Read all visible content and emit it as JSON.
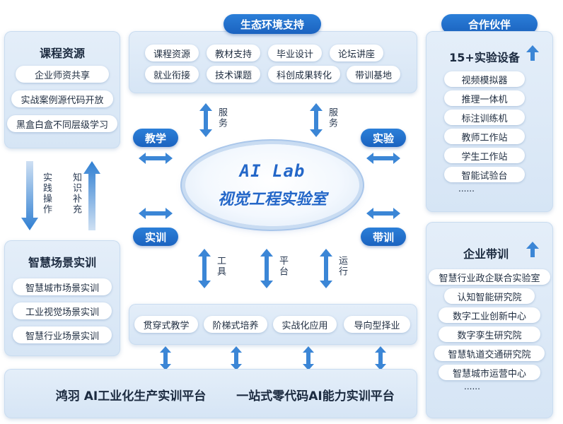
{
  "colors": {
    "accent": "#1b63c0",
    "panel": "#d6e5f5",
    "arrow": "#3b86d6"
  },
  "top_tab": "生态环境支持",
  "ecosystem": [
    "课程资源",
    "教材支持",
    "毕业设计",
    "论坛讲座",
    "就业衔接",
    "技术课题",
    "科创成果转化",
    "带训基地"
  ],
  "course": {
    "title": "课程资源",
    "items": [
      "企业师资共享",
      "实战案例源代码开放",
      "黑盒白盒不同层级学习"
    ]
  },
  "left_arrows": {
    "down": "实践操作",
    "up": "知识补充"
  },
  "scenario": {
    "title": "智慧场景实训",
    "items": [
      "智慧城市场景实训",
      "工业视觉场景实训",
      "智慧行业场景实训"
    ]
  },
  "center": {
    "line1": "AI Lab",
    "line2": "视觉工程实验室"
  },
  "corner_tabs": {
    "tl": "教学",
    "tr": "实验",
    "bl": "实训",
    "br": "带训"
  },
  "service_labels": [
    "服务",
    "服务"
  ],
  "bottom_labels": [
    "工具",
    "平台",
    "运行"
  ],
  "methods": [
    "贯穿式教学",
    "阶梯式培养",
    "实战化应用",
    "导向型择业"
  ],
  "platform": [
    "鸿羽 AI工业化生产实训平台",
    "一站式零代码AI能力实训平台"
  ],
  "partner_tab": "合作伙伴",
  "equipment": {
    "title": "15+实验设备",
    "items": [
      "视频模拟器",
      "推理一体机",
      "标注训练机",
      "教师工作站",
      "学生工作站",
      "智能试验台",
      "......"
    ]
  },
  "enterprise": {
    "title": "企业带训",
    "items": [
      "智慧行业政企联合实验室",
      "认知智能研究院",
      "数字工业创新中心",
      "数字孪生研究院",
      "智慧轨道交通研究院",
      "智慧城市运营中心",
      "......"
    ]
  }
}
